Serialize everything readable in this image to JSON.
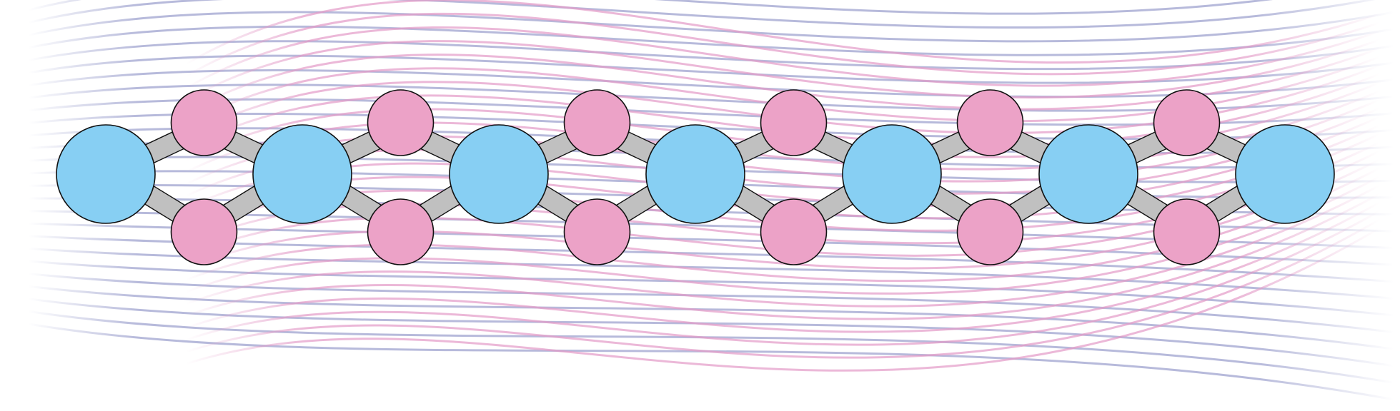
{
  "diagram": {
    "kind": "alternating-atom-chain",
    "colors": {
      "large_atom": "#87cff3",
      "small_atom": "#eca2c7",
      "bond": "#c0c0c0",
      "outline": "#111111",
      "wave_blue": "#9fa3cf",
      "wave_pink": "#e39ac7"
    },
    "large_atom_count": 7,
    "small_atom_pairs": 6,
    "small_atoms_per_link": 2,
    "background_waves": {
      "blue_line_count": 26,
      "pink_line_count": 26
    }
  }
}
